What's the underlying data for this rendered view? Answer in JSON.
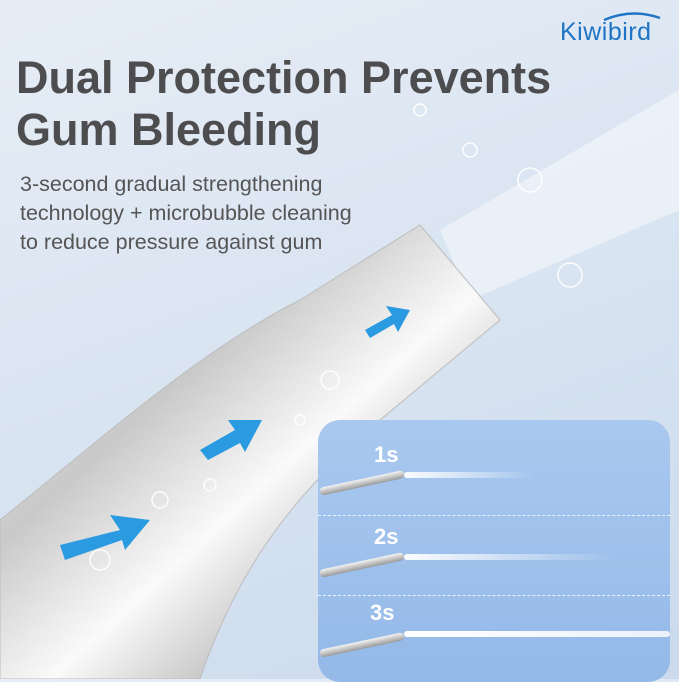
{
  "brand": {
    "logo_text": "Kiwibird"
  },
  "headline": {
    "title_line1": "Dual Protection Prevents",
    "title_line2": "Gum Bleeding"
  },
  "description": {
    "line1": "3-second gradual strengthening",
    "line2": "technology + microbubble cleaning",
    "line3": "to reduce pressure against gum"
  },
  "pressure_stages": [
    {
      "label": "1s",
      "spray_strength": 0.4
    },
    {
      "label": "2s",
      "spray_strength": 0.75
    },
    {
      "label": "3s",
      "spray_strength": 1.0
    }
  ],
  "colors": {
    "brand": "#1f74c4",
    "title": "#4d4d4f",
    "panel": "#a2c3ec",
    "arrow": "#2a9be0"
  }
}
